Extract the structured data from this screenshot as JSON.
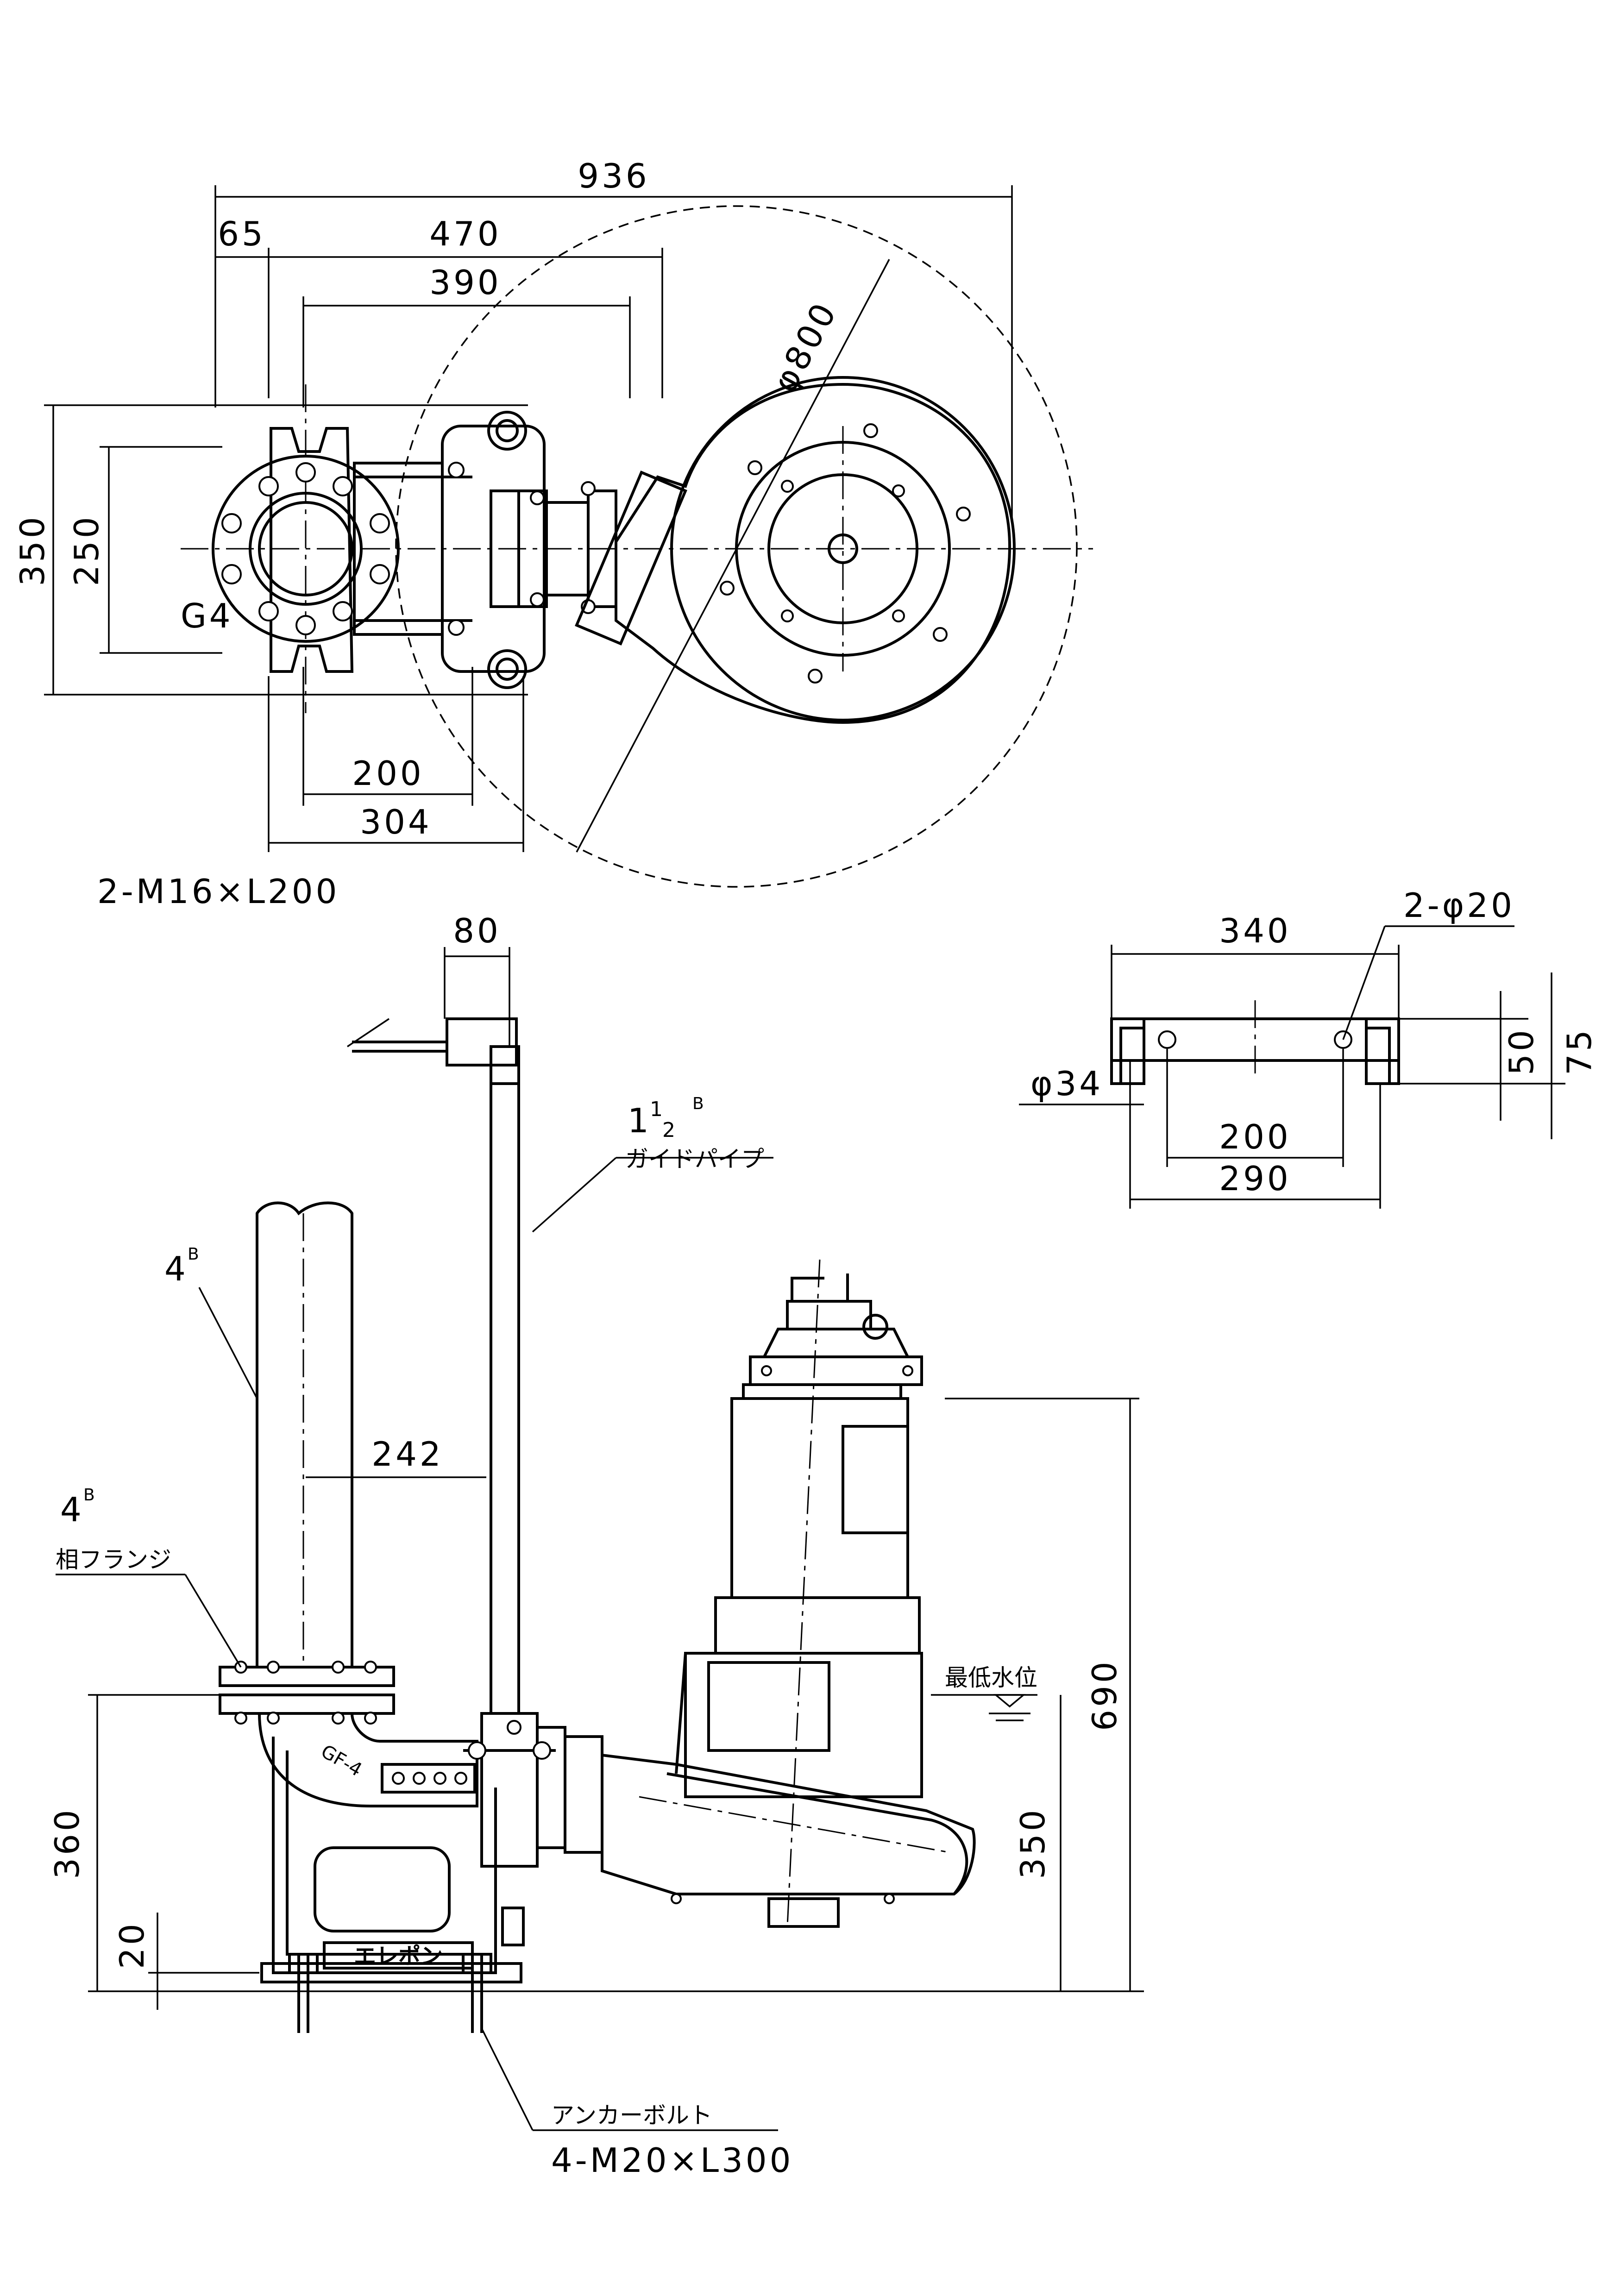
{
  "dimensions": {
    "overall_width": "936",
    "offset_65": "65",
    "span_470": "470",
    "span_390": "390",
    "diameter_800": "φ800",
    "height_350": "350",
    "height_250": "250",
    "flange_g4": "G4",
    "span_200": "200",
    "span_304": "304",
    "bolt_spec": "2-M16×L200",
    "span_80": "80",
    "base_340": "340",
    "base_holes": "2-φ20",
    "base_50": "50",
    "base_75": "75",
    "base_phi34": "φ34",
    "base_200": "200",
    "base_290": "290",
    "span_242": "242",
    "height_690": "690",
    "height_360": "360",
    "height_20": "20",
    "water_350": "350"
  },
  "labels": {
    "guide_pipe_size_whole": "1",
    "guide_pipe_size_num": "1",
    "guide_pipe_size_den": "2",
    "guide_pipe_size_b": "B",
    "guide_pipe": "ガイドパイプ",
    "pipe_4b": "4",
    "pipe_4b_sup": "B",
    "flange_4b": "4",
    "flange_4b_sup": "B",
    "companion_flange": "相フランジ",
    "min_water_level": "最低水位",
    "gf_mark": "GF-4",
    "brand_logo": "エレポン",
    "anchor_bolt": "アンカーボルト",
    "anchor_bolt_spec": "4-M20×L300"
  }
}
